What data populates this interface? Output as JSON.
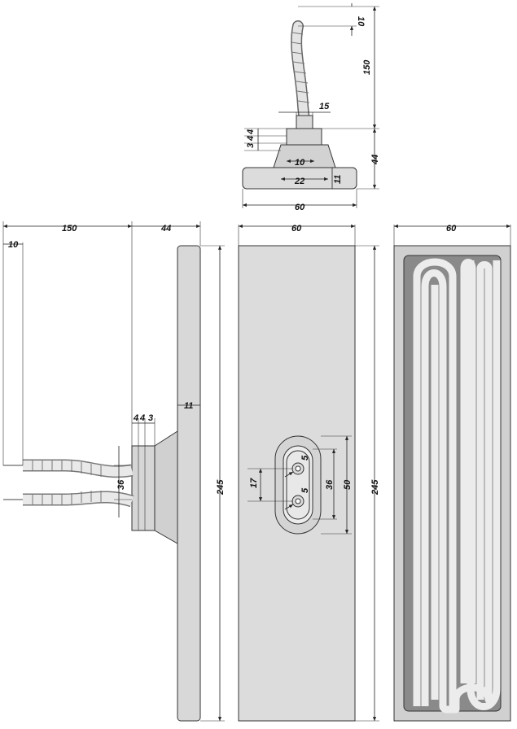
{
  "colors": {
    "body": "#dddddd",
    "body_edge": "#bdbdbd",
    "groove": "#8a8a8a",
    "wire": "#e9e9e9",
    "oval": "#e4e4e4"
  },
  "dimensions": {
    "top_view": {
      "wire_offset": "10",
      "wire_length": "150",
      "neck_width": "15",
      "stack": [
        "3",
        "4",
        "4"
      ],
      "base_height": "44",
      "inner_width": "10",
      "base_width": "22",
      "plate_thickness": "11",
      "plate_width": "60"
    },
    "side_view": {
      "wire_length": "150",
      "base_height": "44",
      "wire_offset": "10",
      "stack": [
        "4",
        "4",
        "3"
      ],
      "plate_thickness": "11",
      "wire_spacing": "36",
      "length": "245"
    },
    "front_view": {
      "width": "60",
      "pin_spacing": "17",
      "pin_size": "5",
      "inner_height": "36",
      "outer_height": "50",
      "length": "245"
    },
    "back_view": {
      "width": "60"
    }
  }
}
